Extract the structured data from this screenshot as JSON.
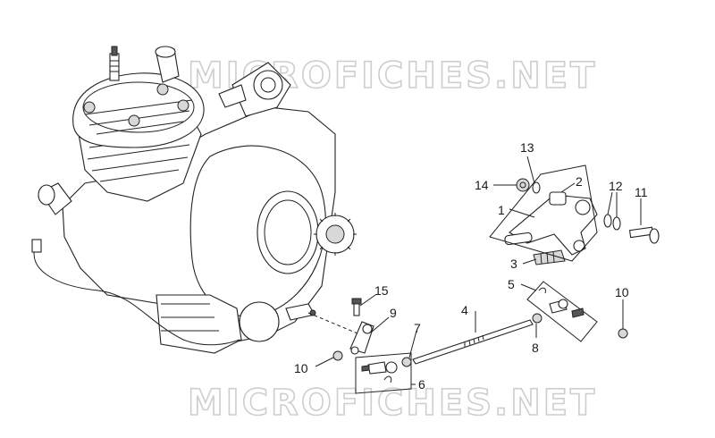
{
  "watermark": {
    "top_text": "MICROFICHES.NET",
    "bottom_text": "MICROFICHES.NET"
  },
  "callouts": [
    {
      "id": "c1",
      "label": "1"
    },
    {
      "id": "c2",
      "label": "2"
    },
    {
      "id": "c3",
      "label": "3"
    },
    {
      "id": "c4",
      "label": "4"
    },
    {
      "id": "c5",
      "label": "5"
    },
    {
      "id": "c6",
      "label": "6"
    },
    {
      "id": "c7",
      "label": "7"
    },
    {
      "id": "c8",
      "label": "8"
    },
    {
      "id": "c9",
      "label": "9"
    },
    {
      "id": "c10a",
      "label": "10"
    },
    {
      "id": "c10b",
      "label": "10"
    },
    {
      "id": "c11",
      "label": "11"
    },
    {
      "id": "c12",
      "label": "12"
    },
    {
      "id": "c13",
      "label": "13"
    },
    {
      "id": "c14",
      "label": "14"
    },
    {
      "id": "c15",
      "label": "15"
    }
  ],
  "colors": {
    "line": "#222222",
    "watermark": "#c9c9c9",
    "background": "#ffffff"
  }
}
